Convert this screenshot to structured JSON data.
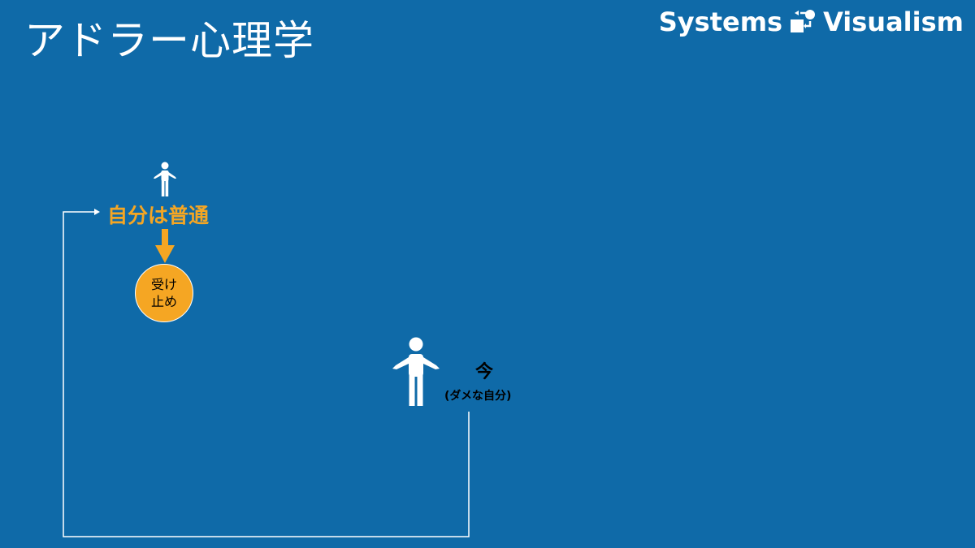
{
  "slide": {
    "title": "アドラー心理学",
    "brand_left": "Systems",
    "brand_right": "Visualism"
  },
  "diagram": {
    "normal_label": "自分は普通",
    "accept_line1": "受け",
    "accept_line2": "止め",
    "now_label": "今",
    "now_sub": "(ダメな自分)"
  },
  "icons": {
    "small_person": "person-icon",
    "large_person": "person-icon",
    "logo": "systems-visualism-logo-icon",
    "arrow": "arrow-down-icon"
  },
  "colors": {
    "background": "#0f6aa8",
    "accent": "#f5a623",
    "text_light": "#ffffff",
    "text_dark": "#000000"
  }
}
